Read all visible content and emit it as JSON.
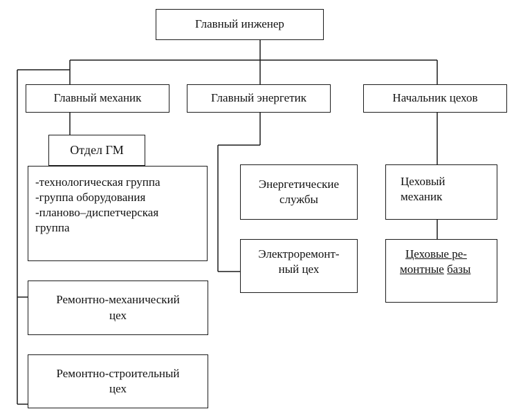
{
  "chief_engineer": "Главный инженер",
  "chief_mechanic": "Главный механик",
  "chief_power_engineer": "Главный энергетик",
  "shop_chief": "Начальник цехов",
  "gm_department": "Отдел ГМ",
  "gm_groups": [
    "-технологическая группа",
    "-группа оборудования",
    "-планово–диспетчерская",
    "группа"
  ],
  "repair_mechanical_shop": [
    "Ремонтно-механический",
    "цех"
  ],
  "repair_construction_shop": [
    "Ремонтно-строительный",
    "цех"
  ],
  "power_services": [
    "Энергетические",
    "службы"
  ],
  "electrorepair_shop": [
    "Электроремонт-",
    "ный цех"
  ],
  "shop_mechanic": [
    "Цеховый",
    "механик"
  ],
  "shop_repair_bases": [
    "Цеховые ре-",
    "монтные",
    "базы"
  ]
}
